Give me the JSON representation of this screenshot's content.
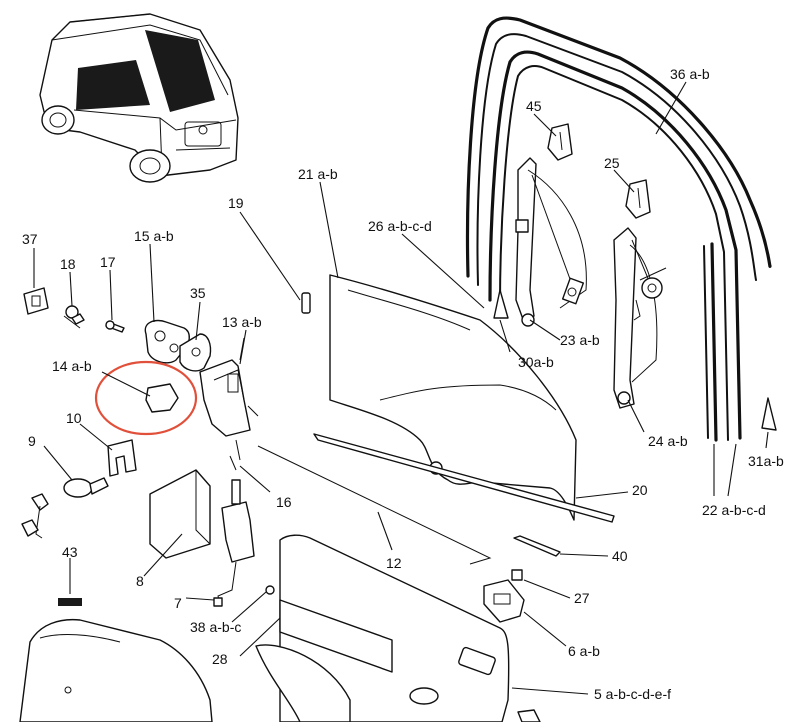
{
  "callouts": {
    "c36": "36 a-b",
    "c45": "45",
    "c25": "25",
    "c21": "21 a-b",
    "c19": "19",
    "c26": "26 a-b-c-d",
    "c37": "37",
    "c15": "15 a-b",
    "c18": "18",
    "c17": "17",
    "c35": "35",
    "c13": "13 a-b",
    "c23": "23 a-b",
    "c30": "30a-b",
    "c14": "14 a-b",
    "c10": "10",
    "c9": "9",
    "c24": "24 a-b",
    "c31": "31a-b",
    "c16": "16",
    "c20": "20",
    "c22": "22 a-b-c-d",
    "c8": "8",
    "c12": "12",
    "c40": "40",
    "c43": "43",
    "c7": "7",
    "c27": "27",
    "c38": "38 a-b-c",
    "c28": "28",
    "c6": "6 a-b",
    "c5": "5 a-b-c-d-e-f"
  },
  "colors": {
    "line": "#111111",
    "highlight_circle": "#e0503a",
    "trim_panel_strip": "#d4d4d4",
    "window_tint": "#1a1a1a"
  }
}
